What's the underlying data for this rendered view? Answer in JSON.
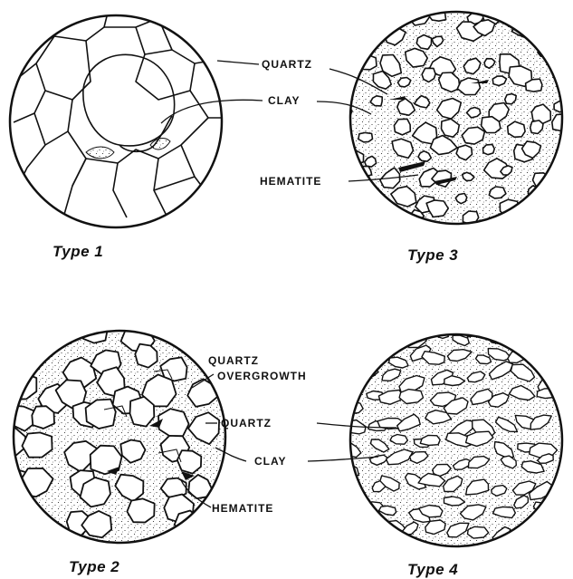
{
  "figure": {
    "panels": [
      {
        "id": "type1",
        "caption": "Type 1"
      },
      {
        "id": "type3",
        "caption": "Type 3"
      },
      {
        "id": "type2",
        "caption": "Type 2"
      },
      {
        "id": "type4",
        "caption": "Type 4"
      }
    ],
    "labels": {
      "quartz_top": "QUARTZ",
      "clay_top": "CLAY",
      "hematite_top": "HEMATITE",
      "quartz_overgrowth_line1": "QUARTZ",
      "quartz_overgrowth_line2": "OVERGROWTH",
      "quartz_bottom": "QUARTZ",
      "clay_bottom": "CLAY",
      "hematite_bottom": "HEMATITE"
    },
    "colors": {
      "ink": "#111111",
      "paper": "#ffffff"
    }
  }
}
